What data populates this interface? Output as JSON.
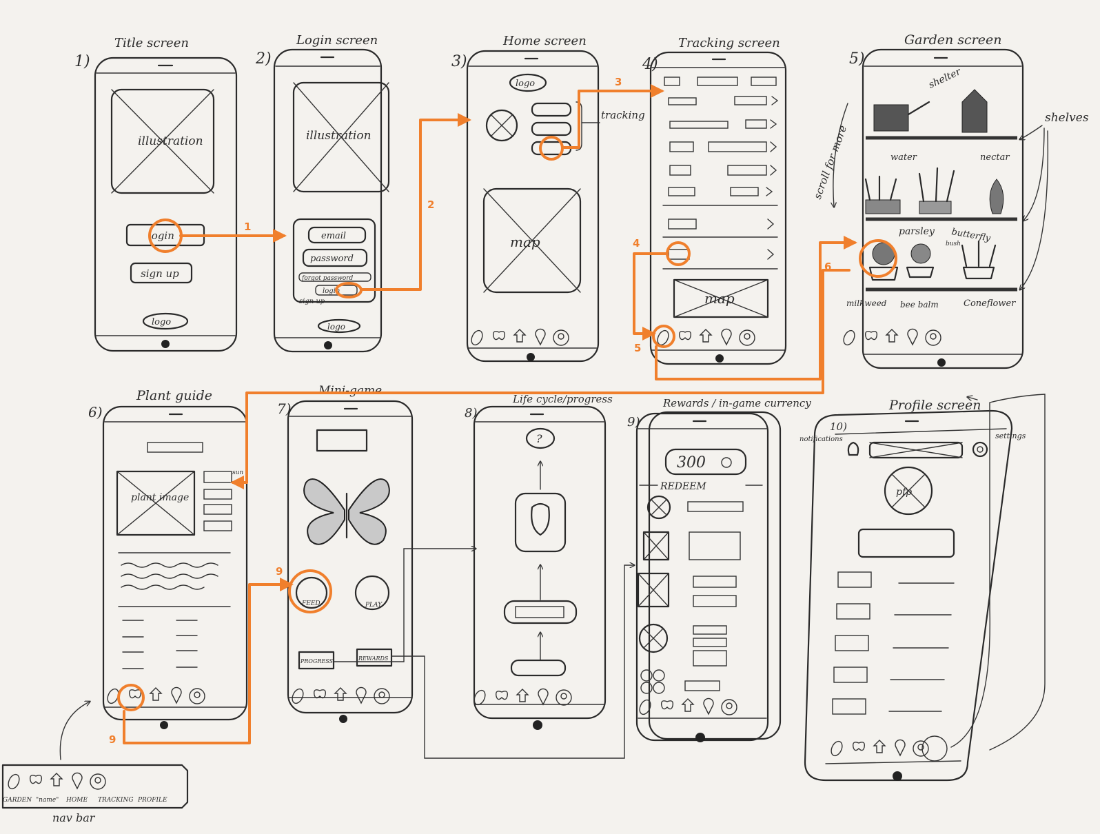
{
  "screens": {
    "s1": {
      "number": "1)",
      "title": "Title screen",
      "illustration": "illustration",
      "login_btn": "login",
      "signup_btn": "sign up",
      "logo": "logo"
    },
    "s2": {
      "number": "2)",
      "title": "Login screen",
      "illustration": "illustration",
      "email": "email",
      "password": "password",
      "forgot": "forgot password",
      "login_btn": "login",
      "signup": "sign up",
      "logo": "logo"
    },
    "s3": {
      "number": "3)",
      "title": "Home screen",
      "logo": "logo",
      "map": "map",
      "tracking_note": "tracking"
    },
    "s4": {
      "number": "4)",
      "title": "Tracking screen",
      "map": "map"
    },
    "s5": {
      "number": "5)",
      "title": "Garden screen",
      "shelter": "shelter",
      "water": "water",
      "nectar": "nectar",
      "parsley": "parsley",
      "butterfly": "butterfly",
      "bush": "bush",
      "milkweed": "milkweed",
      "bee_balm": "bee balm",
      "coneflower": "Coneflower",
      "scroll": "scroll for more",
      "shelves": "shelves"
    },
    "s6": {
      "number": "6)",
      "title": "Plant guide",
      "plant_image": "plant image",
      "sun": "sun"
    },
    "s7": {
      "number": "7)",
      "title": "Mini-game",
      "feed": "FEED",
      "play": "PLAY",
      "progress": "PROGRESS",
      "rewards": "REWARDS"
    },
    "s8": {
      "number": "8)",
      "title": "Life cycle/progress",
      "question": "?"
    },
    "s9": {
      "number": "9)",
      "title": "Rewards / in-game currency",
      "coins": "300",
      "redeem": "REDEEM"
    },
    "s10": {
      "number": "10)",
      "title": "Profile screen",
      "notifications": "notifications",
      "settings": "settings",
      "pfp": "pfp"
    }
  },
  "flow_steps": [
    "1",
    "2",
    "3",
    "4",
    "5",
    "6",
    "9"
  ],
  "nav_bar": {
    "caption": "nav bar",
    "items": [
      "GARDEN",
      "\"name\"",
      "HOME",
      "TRACKING",
      "PROFILE"
    ]
  },
  "colors": {
    "flow_arrow": "#f07f2c",
    "ink": "#2a2a2a",
    "paper": "#f4f2ee"
  }
}
